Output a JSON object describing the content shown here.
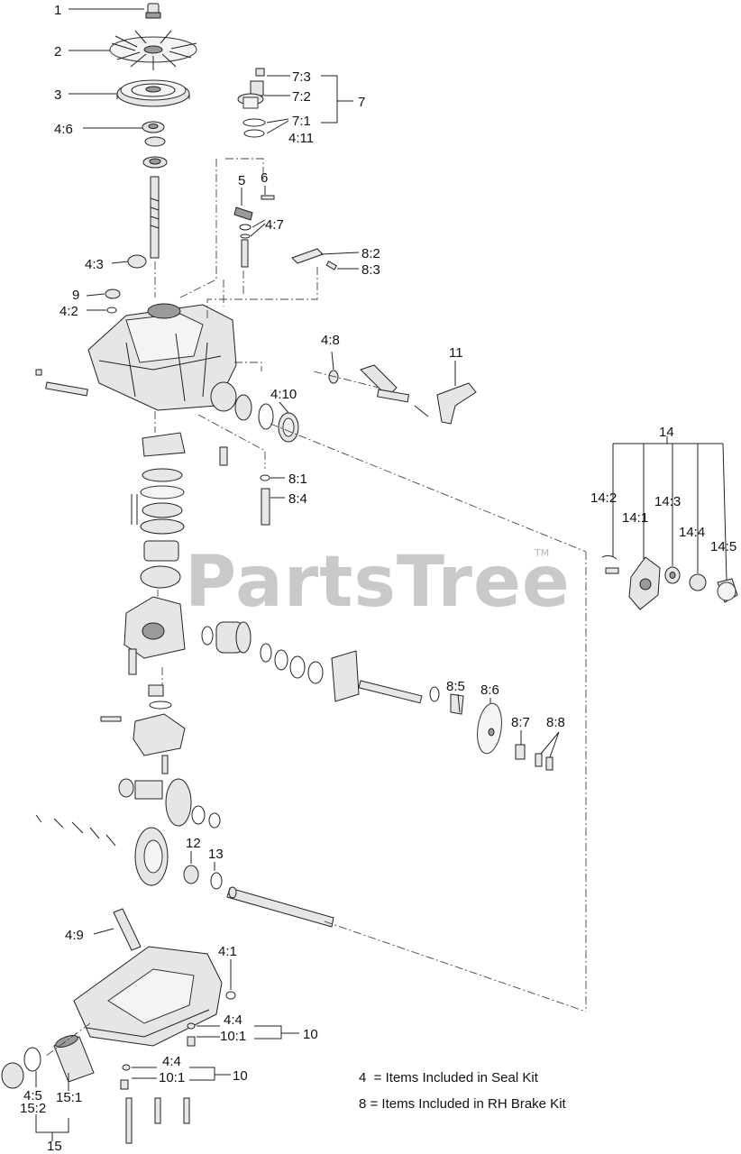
{
  "watermark": "PartsTree",
  "trademark": "TM",
  "callouts": {
    "c1": "1",
    "c2": "2",
    "c3": "3",
    "c4_6": "4:6",
    "c7_3": "7:3",
    "c7_2": "7:2",
    "c7": "7",
    "c7_1": "7:1",
    "c4_11": "4:11",
    "c5": "5",
    "c6": "6",
    "c4_7": "4:7",
    "c8_2": "8:2",
    "c8_3": "8:3",
    "c4_3": "4:3",
    "c9": "9",
    "c4_2": "4:2",
    "c4_8": "4:8",
    "c11": "11",
    "c4_10": "4:10",
    "c8_1": "8:1",
    "c8_4": "8:4",
    "c14": "14",
    "c14_2": "14:2",
    "c14_1": "14:1",
    "c14_3": "14:3",
    "c14_4": "14:4",
    "c14_5": "14:5",
    "c8_5": "8:5",
    "c8_6": "8:6",
    "c8_7": "8:7",
    "c8_8": "8:8",
    "c12": "12",
    "c13": "13",
    "c4_9": "4:9",
    "c4_1": "4:1",
    "c4_4a": "4:4",
    "c10_1a": "10:1",
    "c10a": "10",
    "c4_4b": "4:4",
    "c10_1b": "10:1",
    "c10b": "10",
    "c4_5": "4:5",
    "c15_1": "15:1",
    "c15_2": "15:2",
    "c15": "15"
  },
  "legend": {
    "seal_kit": "4  = Items Included in Seal Kit",
    "brake_kit": "8 = Items Included in RH Brake Kit"
  }
}
